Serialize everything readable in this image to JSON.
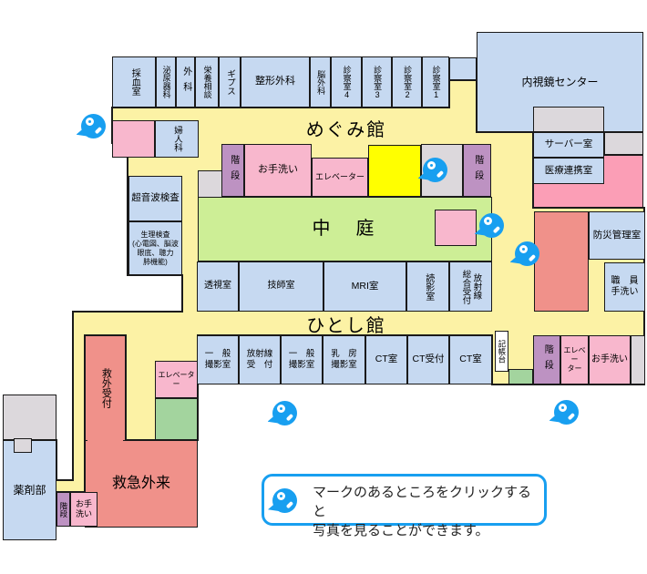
{
  "buildings": {
    "megumi": "めぐみ館",
    "hitoshi": "ひとし館"
  },
  "legend": {
    "line1": "マークのあるところをクリックすると",
    "line2": "写真を見ることができます。"
  },
  "icons": {
    "photo_spot": "magnifier-icon",
    "photo_spot_count": 6
  },
  "colors": {
    "room_blue": "#C6D9F1",
    "corridor_yellow": "#FCF2A5",
    "pink": "#F8B7CD",
    "pink_strong": "#FB9EB6",
    "stairs_purple": "#BD92C2",
    "courtyard_green": "#CDEE96",
    "garden_green": "#A3D49E",
    "emergency_salmon": "#F0918A",
    "gray": "#DCD8DC",
    "highlight_yellow": "#FFFF00",
    "accent_blue": "#189FF0"
  },
  "rooms": [
    {
      "name": "pink-area-right",
      "label": ""
    },
    {
      "name": "gray-upper-right",
      "label": ""
    },
    {
      "name": "endoscopy-center",
      "label": "内視鏡センター"
    },
    {
      "name": "gray-top-right",
      "label": ""
    },
    {
      "name": "server-room",
      "label": "サーバー室"
    },
    {
      "name": "medical-cooperation-room",
      "label": "医療連携室"
    },
    {
      "name": "blue-annex",
      "label": ""
    },
    {
      "name": "red-room-right",
      "label": ""
    },
    {
      "name": "disaster-management-room",
      "label": "防災管理室"
    },
    {
      "name": "staff-washroom",
      "label": "職　員\n手洗い"
    },
    {
      "name": "blood-collection-room",
      "label": "採血室"
    },
    {
      "name": "urology",
      "label": "泌尿器科"
    },
    {
      "name": "surgery",
      "label": "外科"
    },
    {
      "name": "nutrition-consult",
      "label": "栄養相談"
    },
    {
      "name": "cast-room",
      "label": "ギプス"
    },
    {
      "name": "orthopedics",
      "label": "整形外科"
    },
    {
      "name": "neurosurgery",
      "label": "脳外科"
    },
    {
      "name": "exam-room-4",
      "label": "診察室4"
    },
    {
      "name": "exam-room-3",
      "label": "診察室3"
    },
    {
      "name": "exam-room-2",
      "label": "診察室2"
    },
    {
      "name": "exam-room-1",
      "label": "診察室1"
    },
    {
      "name": "pink-room-topleft",
      "label": ""
    },
    {
      "name": "gynecology",
      "label": "婦人科"
    },
    {
      "name": "ultrasound-exam",
      "label": "超音波検査"
    },
    {
      "name": "physiology-exam",
      "label": "生理検査\n(心電図、脳波\n眼底、聴力\n肺機能)"
    },
    {
      "name": "gray-small-mid",
      "label": ""
    },
    {
      "name": "stairs-1",
      "label": "階段"
    },
    {
      "name": "toilet-1",
      "label": "お手洗い"
    },
    {
      "name": "elevator-1",
      "label": "エレベーター"
    },
    {
      "name": "yellow-room",
      "label": ""
    },
    {
      "name": "gray-room-mid",
      "label": ""
    },
    {
      "name": "stairs-2",
      "label": "階段"
    },
    {
      "name": "courtyard",
      "label": "中　庭"
    },
    {
      "name": "pink-room-courtyard",
      "label": ""
    },
    {
      "name": "fluoroscopy-room",
      "label": "透視室"
    },
    {
      "name": "technician-room",
      "label": "技師室"
    },
    {
      "name": "mri-room",
      "label": "MRI室"
    },
    {
      "name": "image-reading-room",
      "label": "読影室"
    },
    {
      "name": "radiology-general-reception",
      "label": "放射線\n総合受付"
    },
    {
      "name": "general-xray-room-1",
      "label": "一　般\n撮影室"
    },
    {
      "name": "radiology-reception",
      "label": "放射線\n受　付"
    },
    {
      "name": "general-xray-room-2",
      "label": "一　般\n撮影室"
    },
    {
      "name": "mammography-room",
      "label": "乳　房\n撮影室"
    },
    {
      "name": "ct-room-1",
      "label": "CT室"
    },
    {
      "name": "ct-reception",
      "label": "CT受付"
    },
    {
      "name": "ct-room-2",
      "label": "CT室"
    },
    {
      "name": "registration-stand",
      "label": "記帳台"
    },
    {
      "name": "garden-1",
      "label": ""
    },
    {
      "name": "stairs-3",
      "label": "階段"
    },
    {
      "name": "elevator-2",
      "label": "エレベー\nター"
    },
    {
      "name": "toilet-2",
      "label": "お手洗い"
    },
    {
      "name": "gray-bottom-right",
      "label": ""
    },
    {
      "name": "gray-pharmacy-top",
      "label": ""
    },
    {
      "name": "pharmacy",
      "label": "薬剤部"
    },
    {
      "name": "gray-tab",
      "label": ""
    },
    {
      "name": "er-outpatient-reception",
      "label": "救外受付"
    },
    {
      "name": "emergency-outpatient",
      "label": "救急外来"
    },
    {
      "name": "salmon-patch",
      "label": ""
    },
    {
      "name": "elevator-3",
      "label": "エレベーター"
    },
    {
      "name": "garden-2",
      "label": ""
    },
    {
      "name": "stairs-4",
      "label": "階段"
    },
    {
      "name": "toilet-3",
      "label": "お手\n洗い"
    }
  ]
}
